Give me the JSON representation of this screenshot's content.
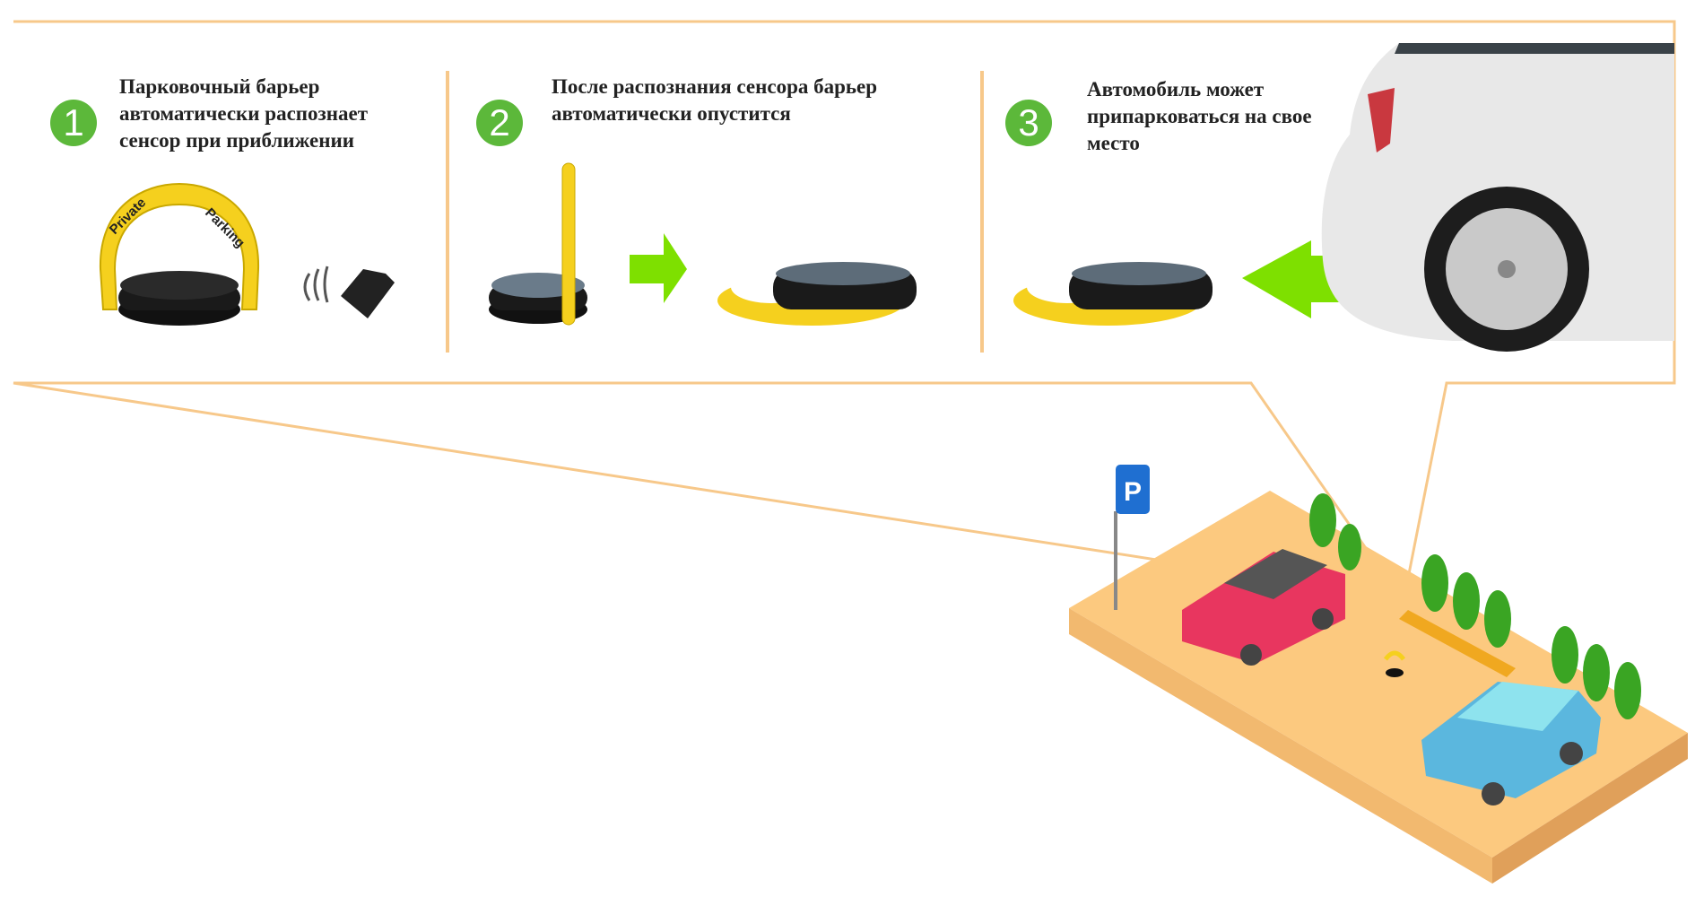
{
  "steps": [
    {
      "number": "1",
      "text": "Парковочный барьер автоматически распознает сенсор при приближении"
    },
    {
      "number": "2",
      "text": "После распознания сенсора барьер автоматически опустится"
    },
    {
      "number": "3",
      "text": "Автомобиль может припарковаться на свое место"
    }
  ],
  "barrier_label": {
    "left": "Private",
    "right": "Parking"
  },
  "parking_sign": "P",
  "colors": {
    "border": "#f7c88a",
    "green": "#5cb83a",
    "arrow": "#7ee000",
    "yellow": "#f5d01e",
    "ground": "#fcc97f"
  }
}
